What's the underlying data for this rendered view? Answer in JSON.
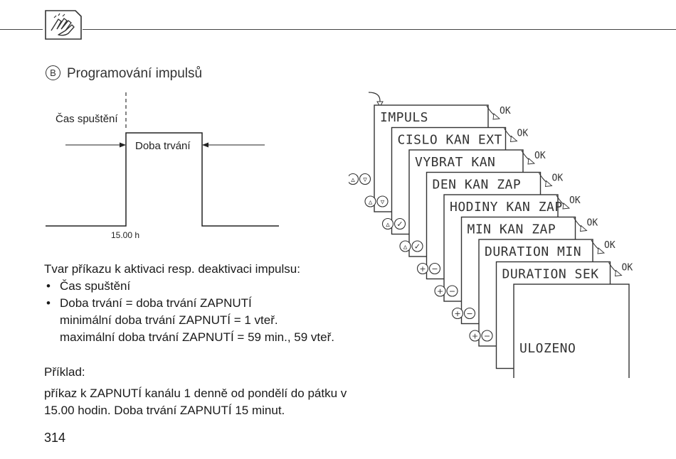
{
  "section": {
    "badge": "B",
    "title": "Programování impulsů"
  },
  "diagram": {
    "start_label": "Čas spuštění",
    "duration_label": "Doba trvání",
    "time_label": "15.00 h"
  },
  "text": {
    "intro": "Tvar příkazu k aktivaci resp. deaktivaci impulsu:",
    "bullet_1": "Čas spuštění",
    "bullet_2": "Doba trvání = doba trvání ZAPNUTÍ",
    "bullet_2_line_2": "minimální doba trvání ZAPNUTÍ = 1 vteř.",
    "bullet_2_line_3": "maximální doba trvání ZAPNUTÍ = 59 min., 59 vteř.",
    "example_label": "Příklad:",
    "example_line_1": "příkaz k ZAPNUTÍ kanálu 1 denně od pondělí do pátku v",
    "example_line_2": "15.00 hodin. Doba trvání ZAPNUTÍ 15 minut."
  },
  "screens": [
    {
      "text": "IMPULS",
      "buttons": "up-down",
      "ok": "OK"
    },
    {
      "text": "CISLO KAN EXT",
      "buttons": "up-down",
      "ok": "OK"
    },
    {
      "text": "VYBRAT KAN",
      "buttons": "up-check",
      "ok": "OK"
    },
    {
      "text": "DEN KAN ZAP",
      "buttons": "up-check",
      "ok": "OK"
    },
    {
      "text": "HODINY KAN ZAP",
      "buttons": "plus-minus",
      "ok": "OK"
    },
    {
      "text": "MIN KAN ZAP",
      "buttons": "plus-minus",
      "ok": "OK"
    },
    {
      "text": "DURATION MIN",
      "buttons": "plus-minus",
      "ok": "OK"
    },
    {
      "text": "DURATION SEK",
      "buttons": "plus-minus",
      "ok": "OK"
    },
    {
      "text": "ULOZENO"
    }
  ],
  "page_number": "314"
}
